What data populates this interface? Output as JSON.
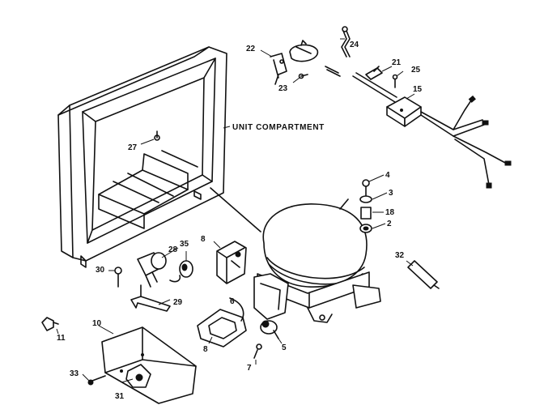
{
  "diagram": {
    "unit_compartment_label": "UNIT COMPARTMENT",
    "callouts": {
      "p2": "2",
      "p3": "3",
      "p4": "4",
      "p5": "5",
      "p6": "6",
      "p7": "7",
      "p8a": "8",
      "p8b": "8",
      "p10": "10",
      "p11": "11",
      "p15": "15",
      "p18": "18",
      "p21": "21",
      "p22": "22",
      "p23": "23",
      "p24": "24",
      "p25": "25",
      "p27": "27",
      "p28": "28",
      "p29": "29",
      "p30": "30",
      "p31": "31",
      "p32": "32",
      "p33": "33",
      "p35": "35"
    }
  }
}
